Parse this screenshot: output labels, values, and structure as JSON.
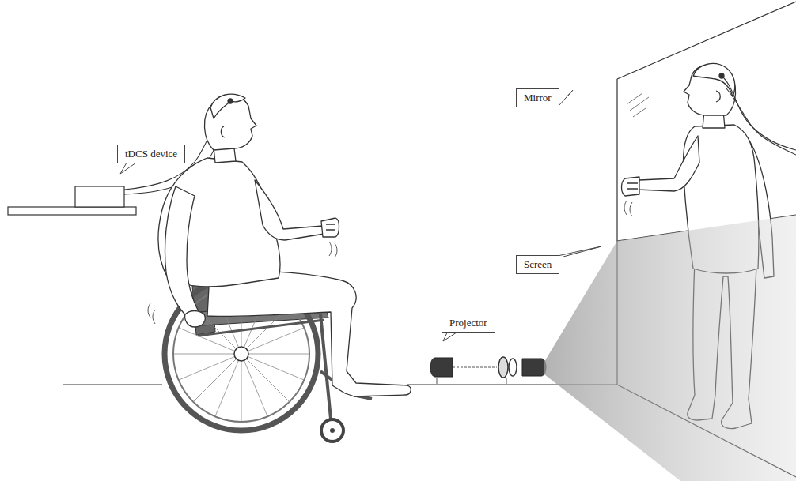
{
  "diagram": {
    "nodes": [
      {
        "text": [
          "Mirror"
        ]
      },
      {
        "text": [
          "tDCS device"
        ]
      },
      {
        "text": [
          "Screen"
        ]
      },
      {
        "text": [
          "Projector"
        ]
      }
    ]
  }
}
